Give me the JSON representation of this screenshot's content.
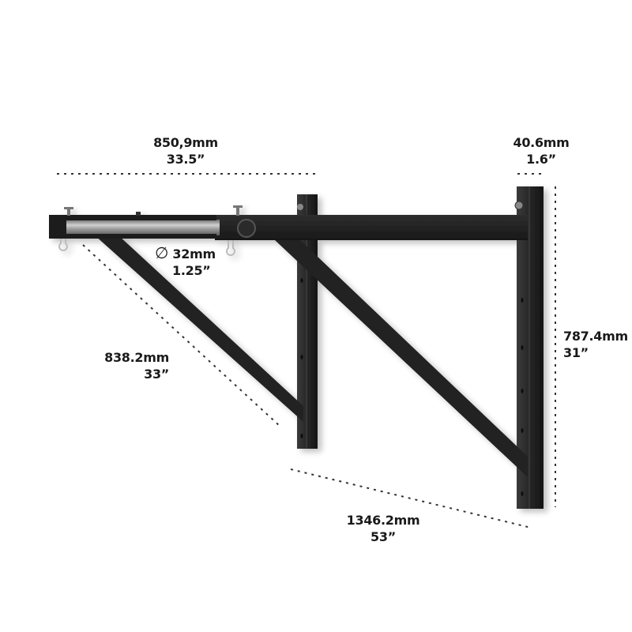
{
  "diagram": {
    "subject": "Wall-mounted pull-up bar bracket with sliding extension bar",
    "colors": {
      "background": "#ffffff",
      "steel_frame": "#1f1f1f",
      "bar_chrome": "#9a9a9a",
      "dimension_line": "#333333",
      "label_text": "#1a1a1a"
    },
    "dimensions": {
      "extended_length": {
        "mm": "850,9mm",
        "inch": "33.5”"
      },
      "tube_width": {
        "mm": "40.6mm",
        "inch": "1.6”"
      },
      "bar_diameter": {
        "symbol": "∅",
        "mm": "32mm",
        "inch": "1.25”"
      },
      "brace_length": {
        "mm": "838.2mm",
        "inch": "33”"
      },
      "height": {
        "mm": "787.4mm",
        "inch": "31”"
      },
      "depth": {
        "mm": "1346.2mm",
        "inch": "53”"
      }
    }
  }
}
